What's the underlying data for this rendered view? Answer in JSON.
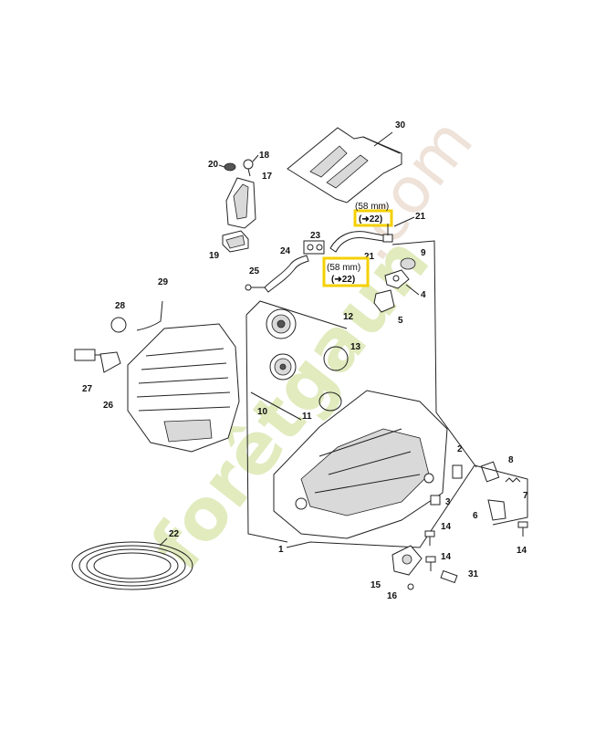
{
  "watermark": {
    "green": "forêtgaun",
    "brown": ".com"
  },
  "callouts": [
    {
      "length": "(58 mm)",
      "ref": "➜22)",
      "ref_open": "("
    },
    {
      "length": "(58 mm)",
      "ref": "➜22)",
      "ref_open": "("
    }
  ],
  "labels": {
    "p1": "1",
    "p2": "2",
    "p3": "3",
    "p4": "4",
    "p5": "5",
    "p6": "6",
    "p7": "7",
    "p8": "8",
    "p9": "9",
    "p10": "10",
    "p11": "11",
    "p12": "12",
    "p13": "13",
    "p14a": "14",
    "p14b": "14",
    "p14c": "14",
    "p15": "15",
    "p16": "16",
    "p17": "17",
    "p18": "18",
    "p19": "19",
    "p20": "20",
    "p21a": "21",
    "p21b": "21",
    "p22": "22",
    "p23": "23",
    "p24": "24",
    "p25": "25",
    "p26": "26",
    "p27": "27",
    "p28": "28",
    "p29": "29",
    "p30": "30",
    "p31": "31"
  },
  "colors": {
    "highlight": "#f4d000",
    "watermark_green": "#c9dc8a",
    "watermark_brown": "#e3cfc0"
  }
}
